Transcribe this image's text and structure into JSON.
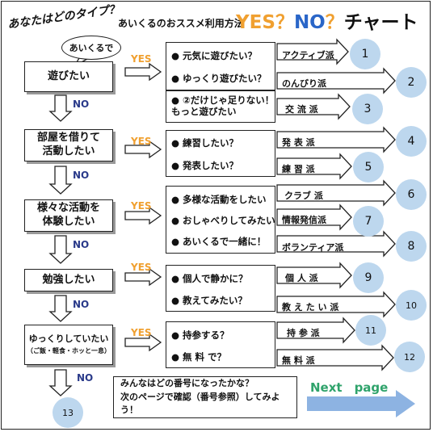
{
  "header": {
    "question": "あなたはどのタイプ？",
    "subtitle": "あいくるのおススメ利用方法",
    "yes": "YES",
    "q1": "？",
    "no": "NO",
    "q2": "？",
    "chart": "チャート"
  },
  "bubble": "あいくるで",
  "labels": {
    "yes": "YES",
    "no": "NO"
  },
  "questions": [
    {
      "text": "遊びたい"
    },
    {
      "text": "部屋を借りて\n活動したい"
    },
    {
      "text": "様々な活動を\n体験したい"
    },
    {
      "text": "勉強したい"
    },
    {
      "text": "ゆっくりしていたい",
      "note": "（ご飯・軽食・ホッと一息）"
    }
  ],
  "option_groups": [
    {
      "options": [
        "元気に遊びたい？",
        "ゆっくり遊びたい？"
      ]
    },
    {
      "options": [
        "②だけじゃ足りない！\nもっと遊びたい"
      ]
    },
    {
      "options": [
        "練習したい？",
        "発表したい？"
      ]
    },
    {
      "options": [
        "多様な活動をしたい",
        "おしゃべりしてみたい",
        "あいくるで一緒に！"
      ]
    },
    {
      "options": [
        "個人で静かに？",
        "教えてみたい？"
      ]
    },
    {
      "options": [
        "持参する？",
        "無 料 で？"
      ]
    }
  ],
  "bullet": "●",
  "types": [
    {
      "label": "アクティブ派",
      "number": "1"
    },
    {
      "label": "のんびり派",
      "number": "2"
    },
    {
      "label": "交 流 派",
      "number": "3"
    },
    {
      "label": "発 表 派",
      "number": "4"
    },
    {
      "label": "練 習 派",
      "number": "5"
    },
    {
      "label": "クラブ 派",
      "number": "6"
    },
    {
      "label": "情報発信派",
      "number": "7"
    },
    {
      "label": "ボランティア派",
      "number": "8"
    },
    {
      "label": "個 人 派",
      "number": "9"
    },
    {
      "label": "教 え た い 派",
      "number": "10"
    },
    {
      "label": "持 参 派",
      "number": "11"
    },
    {
      "label": "無 料 派",
      "number": "12"
    }
  ],
  "end_number": "13",
  "footer": {
    "message": "みんなはどの番号になったかな？\n次のページで確認（番号参照）してみよう！",
    "next": "Next　page"
  },
  "colors": {
    "yes_orange": "#f0a030",
    "no_blue": "#2a3a8a",
    "circle_blue": "#bdd7ee",
    "next_green": "#2fa36b",
    "next_arrow": "#8db3e2"
  }
}
